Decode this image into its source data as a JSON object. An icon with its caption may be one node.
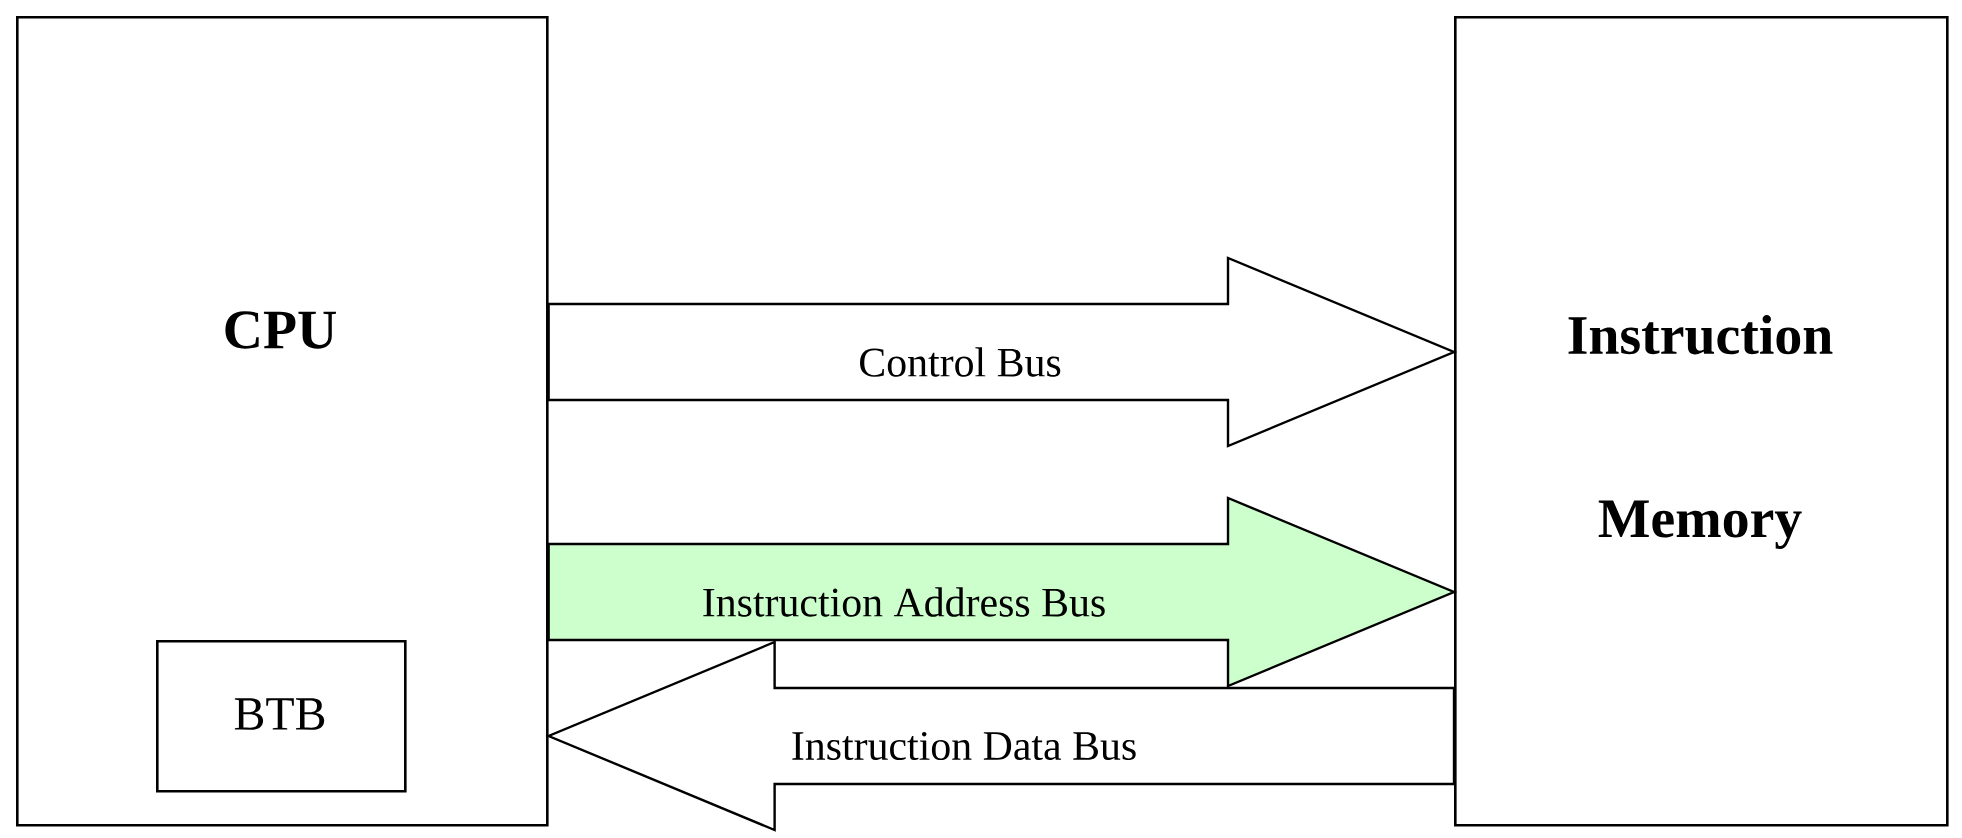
{
  "diagram": {
    "nodes": [
      {
        "text": [
          "CPU"
        ]
      },
      {
        "text": [
          "BTB"
        ],
        "in": 0
      },
      {
        "text": [
          "Instruction Memory"
        ]
      }
    ],
    "edges": [
      {
        "from": 0,
        "to": 2,
        "arrow": "to",
        "label": "Control Bus"
      },
      {
        "from": 0,
        "to": 2,
        "arrow": "to",
        "label": "Instruction Address Bus",
        "color": "#ccffcc"
      },
      {
        "from": 2,
        "to": 0,
        "arrow": "to",
        "label": "Instruction Data Bus"
      }
    ]
  }
}
